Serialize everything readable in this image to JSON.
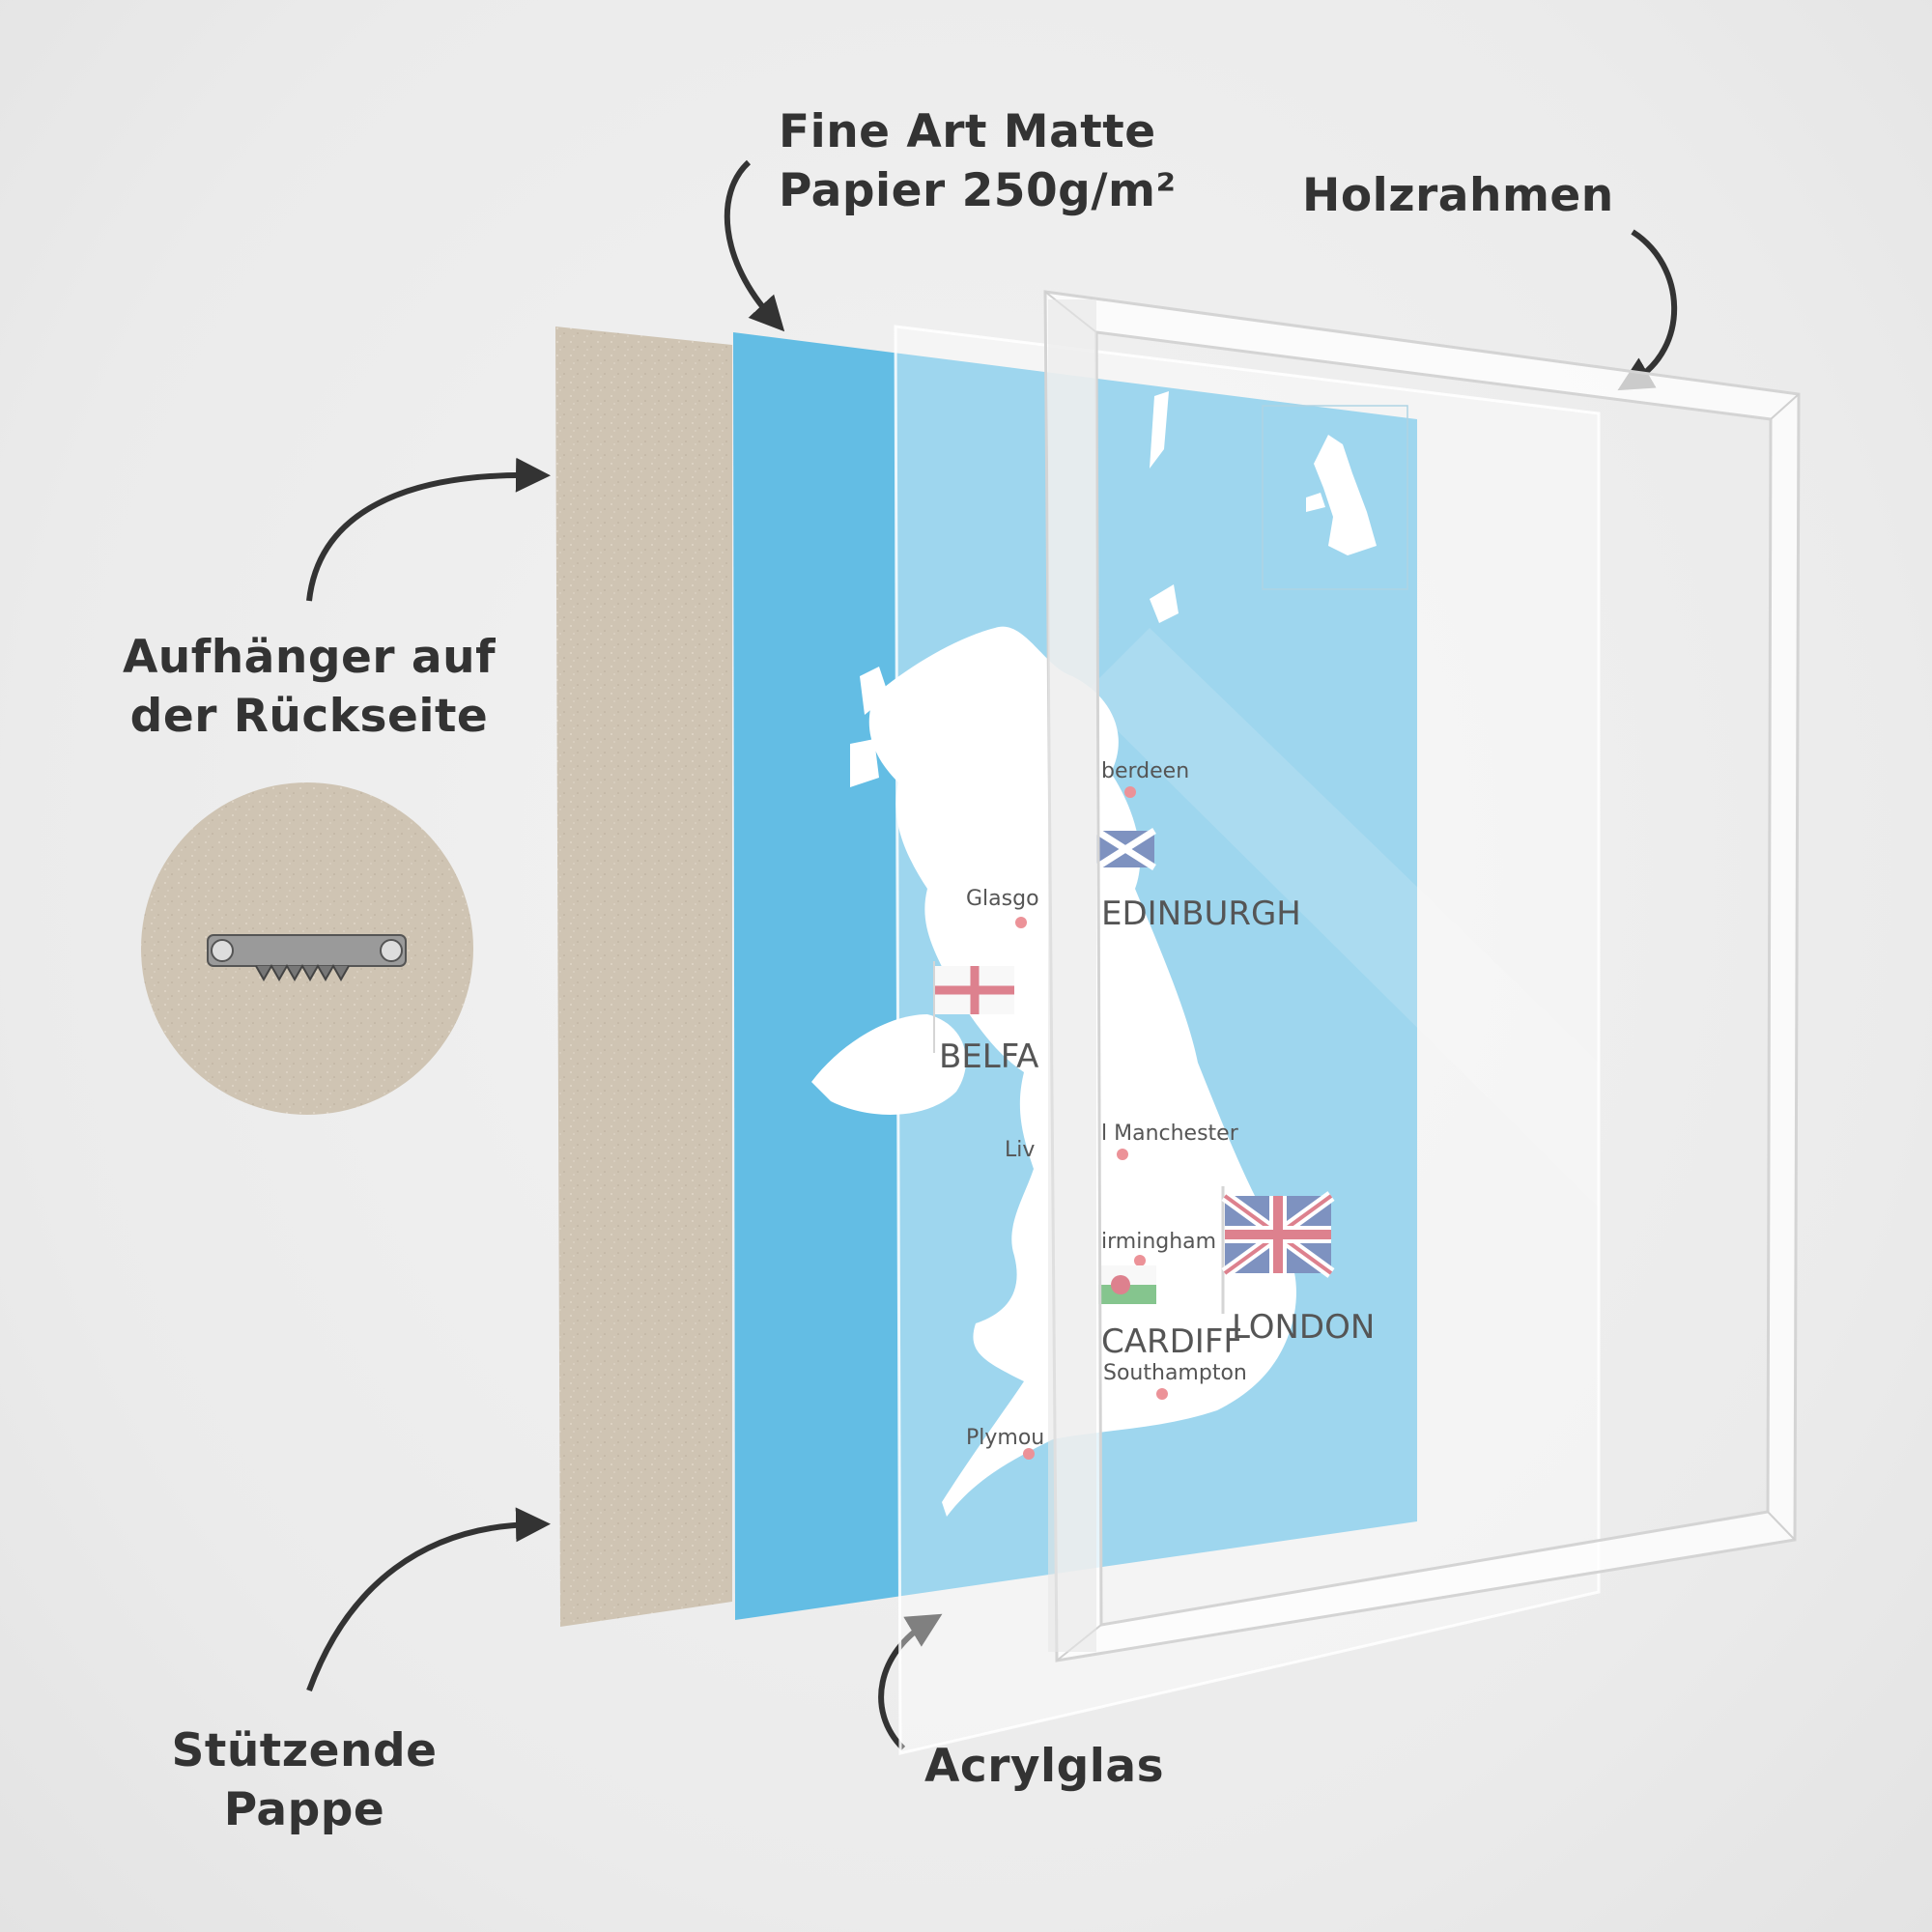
{
  "labels": {
    "paper_line1": "Fine Art Matte",
    "paper_line2": "Papier 250g/m²",
    "frame": "Holzrahmen",
    "hanger_line1": "Aufhänger auf",
    "hanger_line2": "der Rückseite",
    "backing_line1": "Stützende",
    "backing_line2": "Pappe",
    "acrylic": "Acrylglas"
  },
  "map": {
    "cities": [
      "berdeen",
      "Glasgo",
      "Liv",
      "l Manchester",
      "irmingham",
      "Southampton",
      "Plymou"
    ],
    "capitals": [
      "EDINBURGH",
      "BELFA",
      "CARDIFF",
      "LONDON"
    ]
  },
  "colors": {
    "paper_blue": "#63bde4",
    "map_sea": "#9fd3ea",
    "cardboard": "#cfc4b3",
    "text": "#333333",
    "pin": "#e0505a"
  }
}
